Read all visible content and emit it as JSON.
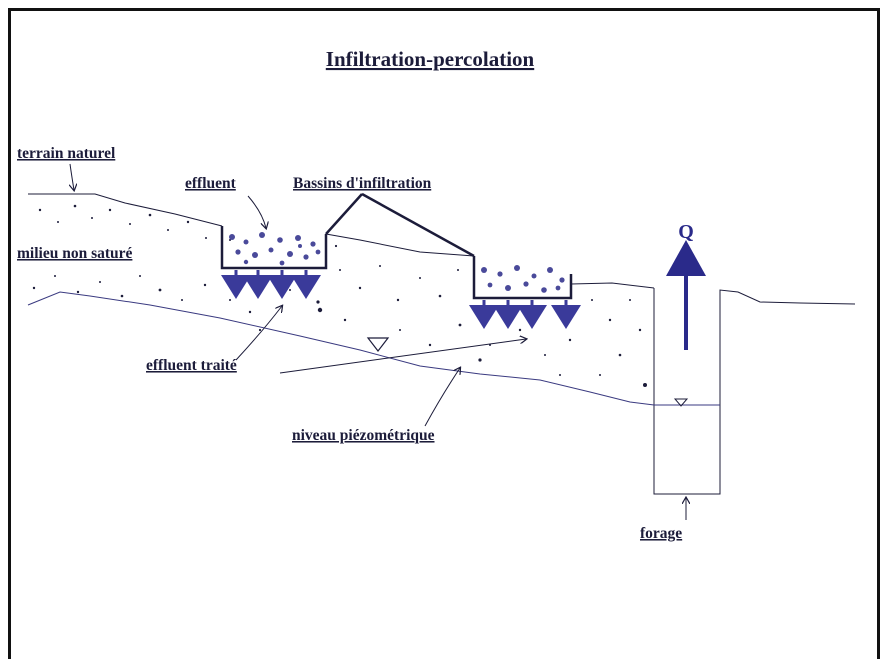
{
  "title": "Infiltration-percolation",
  "labels": {
    "terrain_naturel": "terrain naturel",
    "effluent": "effluent",
    "bassins": "Bassins d'infiltration",
    "milieu_non_sature": "milieu non saturé",
    "effluent_traite": "effluent traité",
    "niveau_piezometrique": "niveau piézométrique",
    "forage": "forage",
    "q": "Q"
  },
  "colors": {
    "ink": "#1c1c3a",
    "effluent_dots": "#4a4a9a",
    "arrows": "#3a3a9a",
    "water_line": "#3a3a80"
  }
}
